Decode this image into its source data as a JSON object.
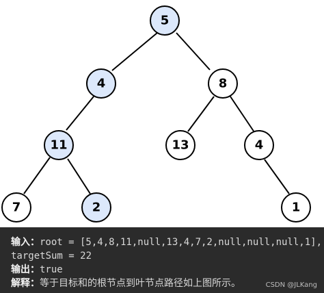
{
  "tree": {
    "highlight_color": "#dce8fb",
    "default_color": "#ffffff",
    "nodes": [
      {
        "id": "n5",
        "value": "5",
        "highlight": true
      },
      {
        "id": "n4",
        "value": "4",
        "highlight": true
      },
      {
        "id": "n8",
        "value": "8",
        "highlight": false
      },
      {
        "id": "n11",
        "value": "11",
        "highlight": true
      },
      {
        "id": "n13",
        "value": "13",
        "highlight": false
      },
      {
        "id": "n4b",
        "value": "4",
        "highlight": false
      },
      {
        "id": "n7",
        "value": "7",
        "highlight": false
      },
      {
        "id": "n2",
        "value": "2",
        "highlight": true
      },
      {
        "id": "n1",
        "value": "1",
        "highlight": false
      }
    ]
  },
  "example": {
    "input_label": "输入：",
    "input_text": "root = [5,4,8,11,null,13,4,7,2,null,null,null,1],",
    "target_text": "targetSum = 22",
    "output_label": "输出：",
    "output_value": "true",
    "explanation_label": "解释：",
    "explanation_text": "等于目标和的根节点到叶节点路径如上图所示。"
  },
  "watermark": "CSDN @JLKang"
}
